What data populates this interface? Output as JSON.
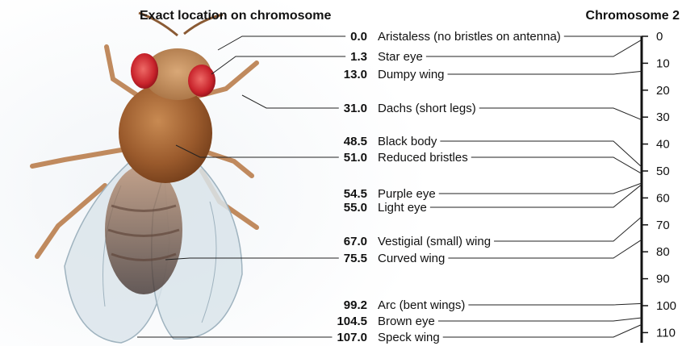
{
  "headers": {
    "left": "Exact location on chromosome",
    "right": "Chromosome 2"
  },
  "loci": [
    {
      "position": "0.0",
      "trait": "Aristaless (no bristles on antenna)"
    },
    {
      "position": "1.3",
      "trait": "Star eye"
    },
    {
      "position": "13.0",
      "trait": "Dumpy wing"
    },
    {
      "position": "31.0",
      "trait": "Dachs (short legs)"
    },
    {
      "position": "48.5",
      "trait": "Black body"
    },
    {
      "position": "51.0",
      "trait": "Reduced bristles"
    },
    {
      "position": "54.5",
      "trait": "Purple eye"
    },
    {
      "position": "55.0",
      "trait": "Light eye"
    },
    {
      "position": "67.0",
      "trait": "Vestigial (small) wing"
    },
    {
      "position": "75.5",
      "trait": "Curved wing"
    },
    {
      "position": "99.2",
      "trait": "Arc (bent wings)"
    },
    {
      "position": "104.5",
      "trait": "Brown eye"
    },
    {
      "position": "107.0",
      "trait": "Speck wing"
    }
  ],
  "scale": {
    "ticks": [
      "0",
      "10",
      "20",
      "30",
      "40",
      "50",
      "60",
      "70",
      "80",
      "90",
      "100",
      "110"
    ]
  },
  "colors": {
    "body": "#9a5a2c",
    "eye": "#c8232b",
    "wing": "#d9e4ea"
  }
}
